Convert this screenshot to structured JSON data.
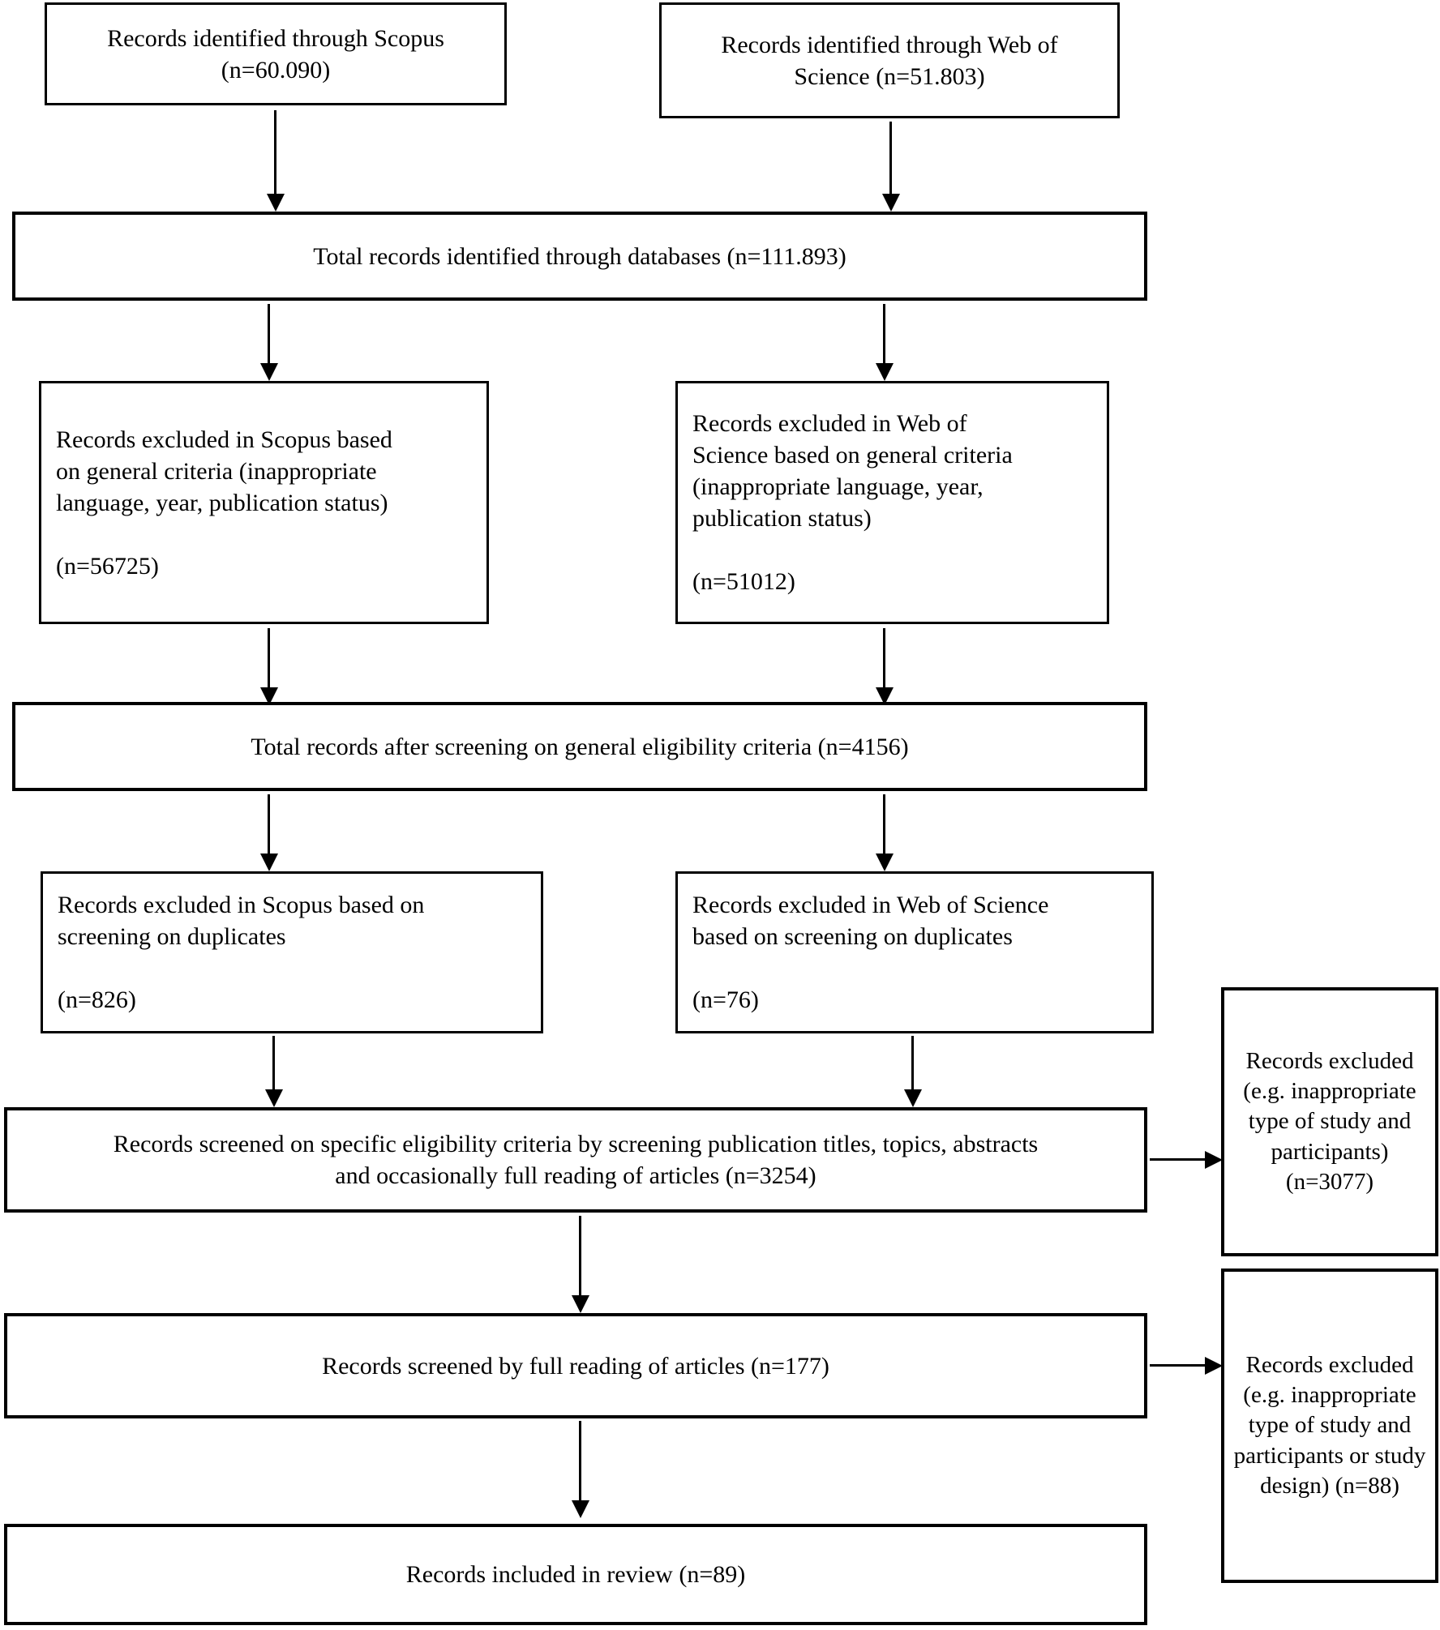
{
  "diagram": {
    "type": "prisma-flow-diagram",
    "title": "PRISMA records selection flow",
    "line_color": "#000000",
    "background_color": "#ffffff"
  },
  "boxes": {
    "scopus_identified": {
      "line1": "Records identified through Scopus",
      "line2": "(n=60.090)",
      "count": "60.090"
    },
    "wos_identified": {
      "line1": "Records identified through Web of",
      "line2": "Science (n=51.803)",
      "count": "51.803"
    },
    "total_identified": {
      "text": "Total records identified through databases (n=111.893)",
      "count": "111.893"
    },
    "scopus_excluded_general": {
      "line1": "Records excluded in Scopus based",
      "line2": "on general criteria (inappropriate",
      "line3": "language, year, publication status)",
      "line4": "(n=56725)",
      "count": "56725"
    },
    "wos_excluded_general": {
      "line1": "Records excluded in Web of",
      "line2": "Science based on general criteria",
      "line3": "(inappropriate language, year,",
      "line4": "publication status)",
      "line5": "(n=51012)",
      "count": "51012"
    },
    "total_after_general": {
      "text": "Total records after screening on general eligibility criteria (n=4156)",
      "count": "4156"
    },
    "scopus_excluded_duplicates": {
      "line1": "Records excluded in Scopus based on",
      "line2": "screening on duplicates",
      "line3": "(n=826)",
      "count": "826"
    },
    "wos_excluded_duplicates": {
      "line1": "Records excluded in Web of Science",
      "line2": "based on screening on duplicates",
      "line3": "(n=76)",
      "count": "76"
    },
    "screened_specific": {
      "line1": "Records screened on specific eligibility criteria by screening publication titles, topics, abstracts",
      "line2": "and occasionally full reading of articles (n=3254)",
      "count": "3254"
    },
    "excluded_specific": {
      "text": "Records excluded (e.g. inappropriate type of study and participants) (n=3077)",
      "count": "3077"
    },
    "screened_full": {
      "text": "Records screened by full reading of articles (n=177)",
      "count": "177"
    },
    "excluded_full": {
      "text": "Records excluded (e.g. inappropriate type of study and participants or study design) (n=88)",
      "count": "88"
    },
    "included": {
      "text": "Records included in review (n=89)",
      "count": "89"
    }
  },
  "chart_data": {
    "type": "diagram-flow",
    "title": "PRISMA flow of records",
    "nodes": [
      {
        "id": "scopus_identified",
        "label": "Records identified through Scopus",
        "n": 60090
      },
      {
        "id": "wos_identified",
        "label": "Records identified through Web of Science",
        "n": 51803
      },
      {
        "id": "total_identified",
        "label": "Total records identified through databases",
        "n": 111893
      },
      {
        "id": "scopus_excluded_general",
        "label": "Records excluded in Scopus based on general criteria (inappropriate language, year, publication status)",
        "n": 56725
      },
      {
        "id": "wos_excluded_general",
        "label": "Records excluded in Web of Science based on general criteria (inappropriate language, year, publication status)",
        "n": 51012
      },
      {
        "id": "total_after_general",
        "label": "Total records after screening on general eligibility criteria",
        "n": 4156
      },
      {
        "id": "scopus_excluded_duplicates",
        "label": "Records excluded in Scopus based on screening on duplicates",
        "n": 826
      },
      {
        "id": "wos_excluded_duplicates",
        "label": "Records excluded in Web of Science based on screening on duplicates",
        "n": 76
      },
      {
        "id": "screened_specific",
        "label": "Records screened on specific eligibility criteria by screening publication titles, topics, abstracts and occasionally full reading of articles",
        "n": 3254
      },
      {
        "id": "excluded_specific",
        "label": "Records excluded (e.g. inappropriate type of study and participants)",
        "n": 3077
      },
      {
        "id": "screened_full",
        "label": "Records screened by full reading of articles",
        "n": 177
      },
      {
        "id": "excluded_full",
        "label": "Records excluded (e.g. inappropriate type of study and participants or study design)",
        "n": 88
      },
      {
        "id": "included",
        "label": "Records included in review",
        "n": 89
      }
    ],
    "edges": [
      {
        "from": "scopus_identified",
        "to": "total_identified"
      },
      {
        "from": "wos_identified",
        "to": "total_identified"
      },
      {
        "from": "total_identified",
        "to": "scopus_excluded_general"
      },
      {
        "from": "total_identified",
        "to": "wos_excluded_general"
      },
      {
        "from": "scopus_excluded_general",
        "to": "total_after_general"
      },
      {
        "from": "wos_excluded_general",
        "to": "total_after_general"
      },
      {
        "from": "total_after_general",
        "to": "scopus_excluded_duplicates"
      },
      {
        "from": "total_after_general",
        "to": "wos_excluded_duplicates"
      },
      {
        "from": "scopus_excluded_duplicates",
        "to": "screened_specific"
      },
      {
        "from": "wos_excluded_duplicates",
        "to": "screened_specific"
      },
      {
        "from": "screened_specific",
        "to": "excluded_specific"
      },
      {
        "from": "screened_specific",
        "to": "screened_full"
      },
      {
        "from": "screened_full",
        "to": "excluded_full"
      },
      {
        "from": "screened_full",
        "to": "included"
      }
    ]
  }
}
